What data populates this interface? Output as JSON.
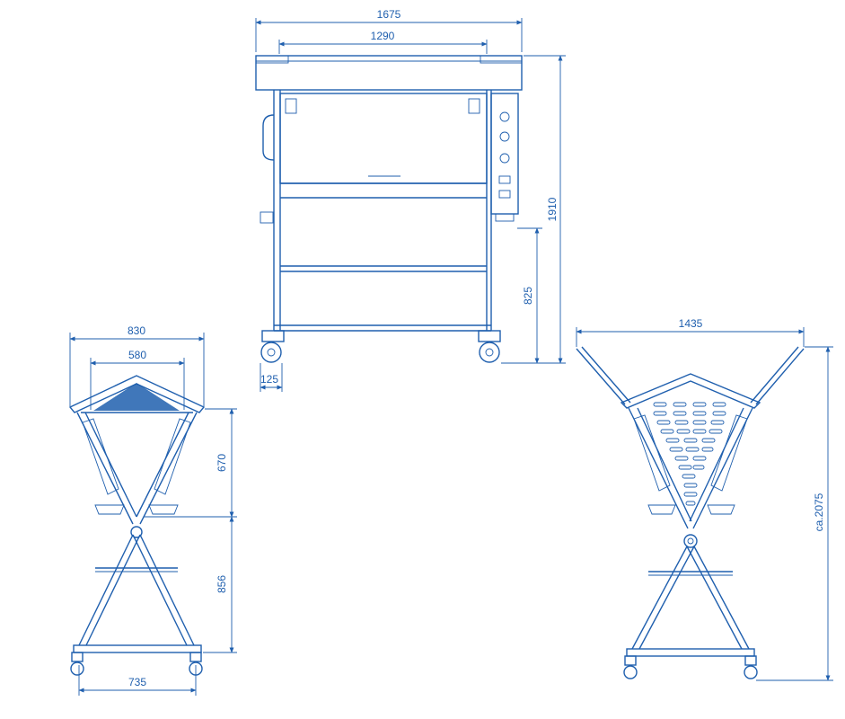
{
  "colors": {
    "line": "#1f5fae",
    "background": "#ffffff"
  },
  "front_view": {
    "width_total": "1675",
    "width_inner": "1290",
    "height_total": "1910",
    "height_work": "825",
    "wheel_offset": "125"
  },
  "side_view_closed": {
    "width_total": "830",
    "width_top": "580",
    "upper_height": "670",
    "lower_height": "856",
    "base_width": "735"
  },
  "side_view_open": {
    "width_open": "1435",
    "height_open": "ca.2075"
  }
}
